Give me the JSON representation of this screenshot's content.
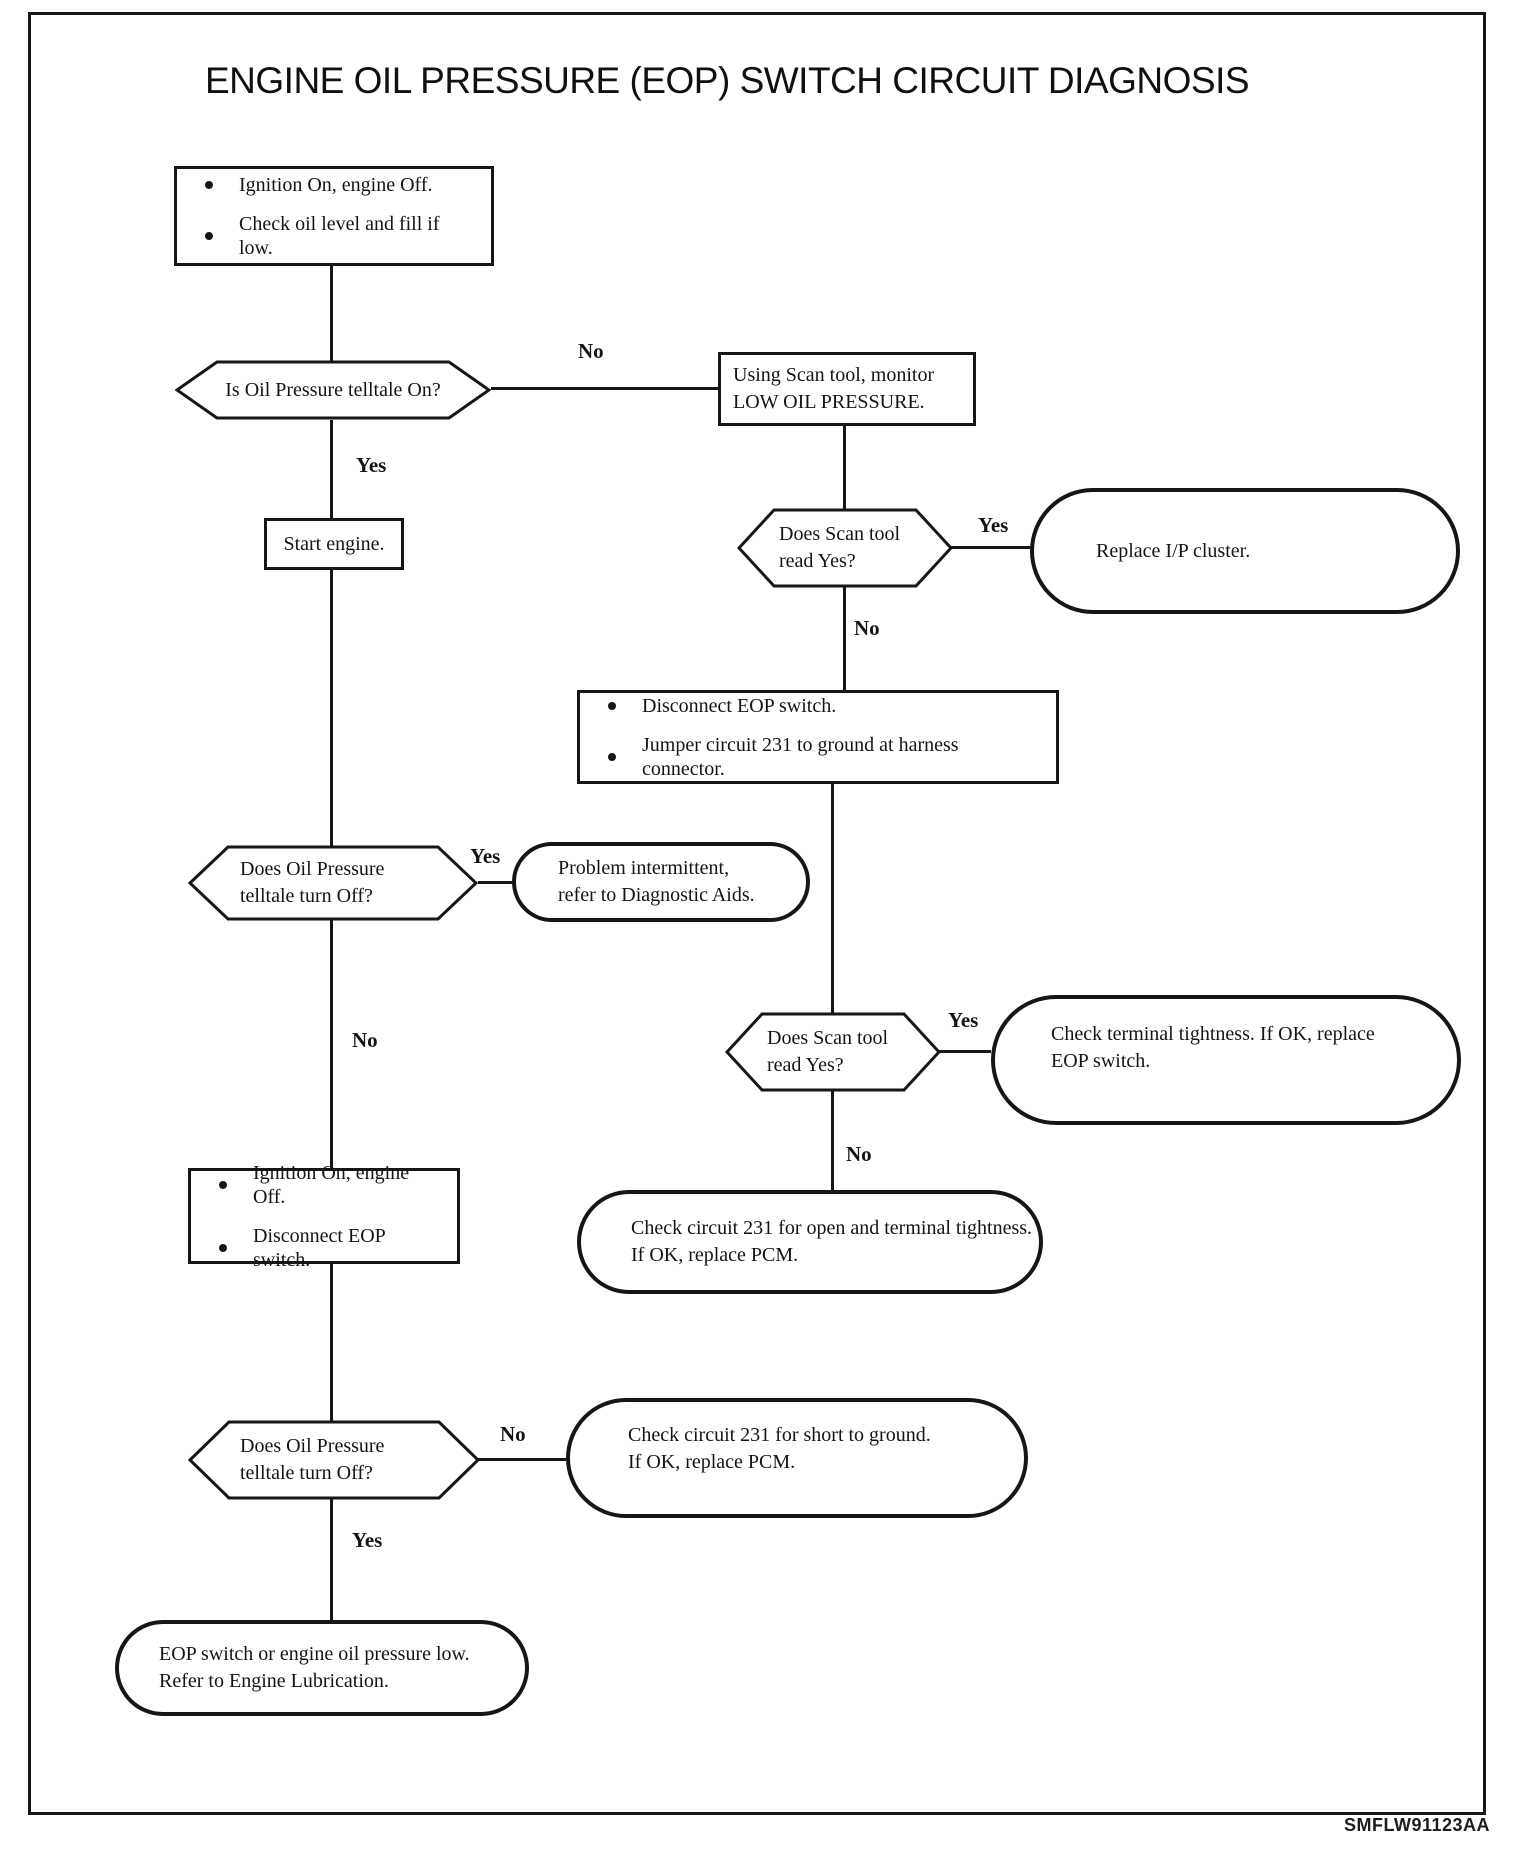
{
  "title": "ENGINE OIL PRESSURE (EOP) SWITCH CIRCUIT DIAGNOSIS",
  "footer_code": "SMFLW91123AA",
  "labels": {
    "yes": "Yes",
    "no": "No"
  },
  "nodes": {
    "start_checks": {
      "type": "process",
      "bullets": [
        "Ignition On, engine Off.",
        "Check oil level and fill if low."
      ]
    },
    "telltale_on": {
      "type": "decision",
      "lines": [
        "Is Oil Pressure telltale On?"
      ]
    },
    "scan_monitor": {
      "type": "process",
      "lines": [
        "Using Scan tool, monitor",
        "LOW OIL PRESSURE."
      ]
    },
    "start_engine": {
      "type": "process",
      "lines": [
        "Start engine."
      ]
    },
    "scan_read_yes_1": {
      "type": "decision",
      "lines": [
        "Does Scan tool",
        "read Yes?"
      ]
    },
    "replace_cluster": {
      "type": "terminal",
      "lines": [
        "Replace I/P cluster."
      ]
    },
    "disconnect_jumper": {
      "type": "process",
      "bullets": [
        "Disconnect EOP switch.",
        "Jumper circuit 231 to ground at harness connector."
      ]
    },
    "telltale_off_1": {
      "type": "decision",
      "lines": [
        "Does Oil Pressure",
        "telltale turn Off?"
      ]
    },
    "problem_intermittent": {
      "type": "terminal",
      "lines": [
        "Problem intermittent,",
        "refer to Diagnostic Aids."
      ]
    },
    "scan_read_yes_2": {
      "type": "decision",
      "lines": [
        "Does Scan tool",
        "read Yes?"
      ]
    },
    "check_terminal_tightness": {
      "type": "terminal",
      "lines": [
        "Check terminal tightness. If OK, replace",
        "EOP switch."
      ]
    },
    "check_circuit_open": {
      "type": "terminal",
      "lines": [
        "Check circuit 231 for open and terminal tightness.",
        "If OK, replace PCM."
      ]
    },
    "ignition_disconnect": {
      "type": "process",
      "bullets": [
        "Ignition On, engine Off.",
        "Disconnect EOP switch."
      ]
    },
    "telltale_off_2": {
      "type": "decision",
      "lines": [
        "Does Oil Pressure",
        "telltale turn Off?"
      ]
    },
    "check_circuit_short": {
      "type": "terminal",
      "lines": [
        "Check circuit 231 for short to ground.",
        "If OK, replace PCM."
      ]
    },
    "eop_low": {
      "type": "terminal",
      "lines": [
        "EOP switch or engine oil pressure low.",
        "Refer to Engine Lubrication."
      ]
    }
  }
}
